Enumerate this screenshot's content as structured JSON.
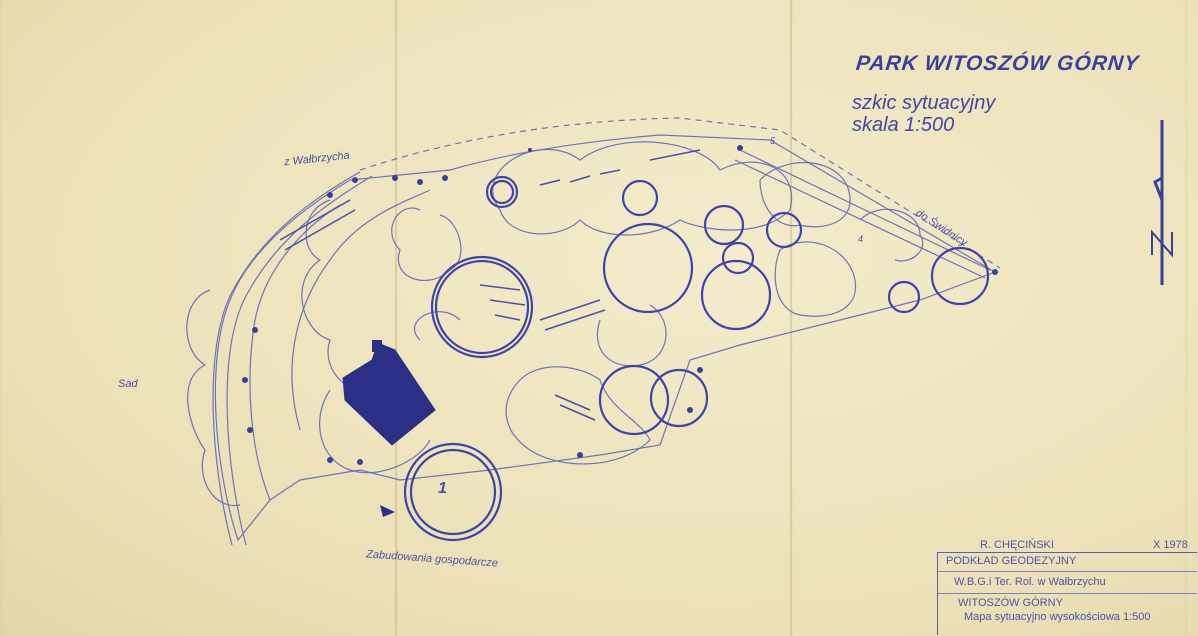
{
  "map": {
    "title": "PARK WITOSZÓW GÓRNY",
    "subtitle_line1": "szkic sytuacyjny",
    "subtitle_line2": "skala 1:500",
    "labels": {
      "from_walbrzych": "z Wałbrzycha",
      "to_swidnica": "do Świdnicy",
      "orchard": "Sad",
      "farm_buildings": "Zabudowania gospodarcze",
      "marker_1": "1",
      "marker_4": "4",
      "marker_5": "5"
    },
    "colors": {
      "paper": "#efe6c2",
      "ink": "#3a3f9a",
      "ink_light": "#6f73b8"
    }
  },
  "title_block": {
    "author": "R. CHĘCIŃSKI",
    "date": "X 1978",
    "basis": "PODKŁAD GEODEZYJNY",
    "office": "W.B.G.i Ter. Rol. w Wałbrzychu",
    "place": "WITOSZÓW GÓRNY",
    "map_type": "Mapa sytuacyjno wysokościowa 1:500"
  },
  "icons": {
    "north_arrow": "north-arrow-icon"
  }
}
